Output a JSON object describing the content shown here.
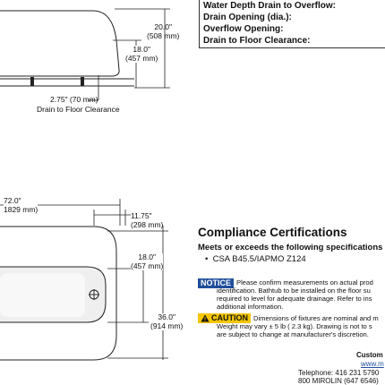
{
  "specs": {
    "rows": [
      "Water Depth Drain to Overflow:",
      "Drain Opening (dia.):",
      "Overflow Opening:",
      "Drain to Floor Clearance:"
    ]
  },
  "side_view": {
    "dim_height_in": "20.0\"",
    "dim_height_mm": "(508 mm)",
    "dim_depth_in": "18.0\"",
    "dim_depth_mm": "(457 mm)",
    "dim_drain_clear": "2.75\" (70 mm)",
    "drain_clear_label": "Drain to Floor Clearance"
  },
  "top_view": {
    "dim_length_in": "72.0\"",
    "dim_length_mm": "1829 mm)",
    "dim_drain_offset_in": "11.75\"",
    "dim_drain_offset_mm": "(298 mm)",
    "dim_inner_in": "18.0\"",
    "dim_inner_mm": "(457 mm)",
    "dim_width_in": "36.0\"",
    "dim_width_mm": "(914 mm)"
  },
  "compliance": {
    "title": "Compliance Certifications",
    "subtitle": "Meets or exceeds the following specifications",
    "item": "CSA B45.5/IAPMO Z124"
  },
  "notice": {
    "badge": "NOTICE",
    "line1": "Please confirm measurements on actual prod",
    "line2": "identification. Bathtub to be installed on the floor su",
    "line3": "required to level for adequate drainage. Refer to ins",
    "line4": "additional information."
  },
  "caution": {
    "badge": "CAUTION",
    "line1": "Dimensions of fixtures are nominal and m",
    "line2": "Weight may vary ± 5 lb ( 2.3 kg). Drawing is not to s",
    "line3": "are subject to change at manufacturer's discretion."
  },
  "contact": {
    "title": "Custom",
    "url": "www.m",
    "telephone": "Telephone: 416 231 5790",
    "tollfree": "800 MIROLIN (647 6546)"
  }
}
